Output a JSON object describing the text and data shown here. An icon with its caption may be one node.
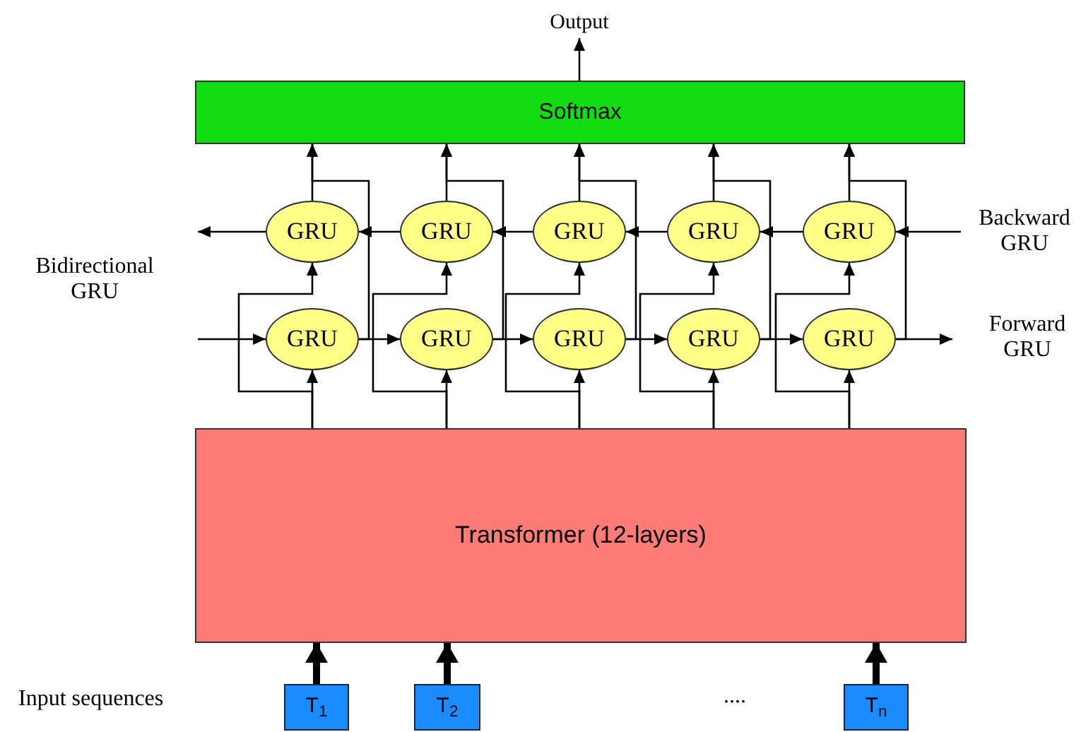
{
  "diagram": {
    "nodes": [
      {
        "text": [
          "Output"
        ]
      },
      {
        "text": [
          "Softmax"
        ]
      },
      {
        "text": [
          "GRU"
        ]
      },
      {
        "text": [
          "GRU"
        ]
      },
      {
        "text": [
          "GRU"
        ]
      },
      {
        "text": [
          "GRU"
        ]
      },
      {
        "text": [
          "GRU"
        ]
      },
      {
        "text": [
          "GRU"
        ]
      },
      {
        "text": [
          "GRU"
        ]
      },
      {
        "text": [
          "GRU"
        ]
      },
      {
        "text": [
          "GRU"
        ]
      },
      {
        "text": [
          "GRU"
        ]
      },
      {
        "text": [
          "Transformer (12-layers)"
        ]
      },
      {
        "text": [
          "T$_{1}$"
        ]
      },
      {
        "text": [
          "T$_{2}$"
        ]
      },
      {
        "text": [
          "T$_{n}$"
        ]
      }
    ],
    "edges": [
      {
        "from": 1,
        "to": 0,
        "arrow": "to"
      },
      {
        "from": 2,
        "to": 1,
        "arrow": "to"
      },
      {
        "from": 3,
        "to": 1,
        "arrow": "to"
      },
      {
        "from": 4,
        "to": 1,
        "arrow": "to"
      },
      {
        "from": 5,
        "to": 1,
        "arrow": "to"
      },
      {
        "from": 6,
        "to": 1,
        "arrow": "to"
      },
      {
        "from": 7,
        "to": 1,
        "arrow": "to"
      },
      {
        "from": 8,
        "to": 1,
        "arrow": "to"
      },
      {
        "from": 9,
        "to": 1,
        "arrow": "to"
      },
      {
        "from": 10,
        "to": 1,
        "arrow": "to"
      },
      {
        "from": 11,
        "to": 1,
        "arrow": "to"
      },
      {
        "from": 7,
        "to": 8,
        "arrow": "to"
      },
      {
        "from": 8,
        "to": 9,
        "arrow": "to"
      },
      {
        "from": 9,
        "to": 10,
        "arrow": "to"
      },
      {
        "from": 10,
        "to": 11,
        "arrow": "to"
      },
      {
        "from": 3,
        "to": 2,
        "arrow": "to"
      },
      {
        "from": 4,
        "to": 3,
        "arrow": "to"
      },
      {
        "from": 5,
        "to": 4,
        "arrow": "to"
      },
      {
        "from": 6,
        "to": 5,
        "arrow": "to"
      },
      {
        "from": null,
        "to": 7,
        "arrow": "to"
      },
      {
        "from": 11,
        "to": null,
        "arrow": "to"
      },
      {
        "from": null,
        "to": 6,
        "arrow": "to"
      },
      {
        "from": 2,
        "to": null,
        "arrow": "to"
      },
      {
        "from": 12,
        "to": 7,
        "arrow": "to"
      },
      {
        "from": 12,
        "to": 8,
        "arrow": "to"
      },
      {
        "from": 12,
        "to": 9,
        "arrow": "to"
      },
      {
        "from": 12,
        "to": 10,
        "arrow": "to"
      },
      {
        "from": 12,
        "to": 11,
        "arrow": "to"
      },
      {
        "from": 12,
        "to": 2,
        "arrow": "to"
      },
      {
        "from": 12,
        "to": 3,
        "arrow": "to"
      },
      {
        "from": 12,
        "to": 4,
        "arrow": "to"
      },
      {
        "from": 12,
        "to": 5,
        "arrow": "to"
      },
      {
        "from": 12,
        "to": 6,
        "arrow": "to"
      },
      {
        "from": 13,
        "to": 12,
        "arrow": "to",
        "style": "thick"
      },
      {
        "from": 14,
        "to": 12,
        "arrow": "to",
        "style": "thick"
      },
      {
        "from": 15,
        "to": 12,
        "arrow": "to",
        "style": "thick"
      }
    ],
    "labels": [
      "Bidirectional GRU",
      "Backward GRU",
      "Forward GRU",
      "Input sequences",
      "...."
    ]
  }
}
